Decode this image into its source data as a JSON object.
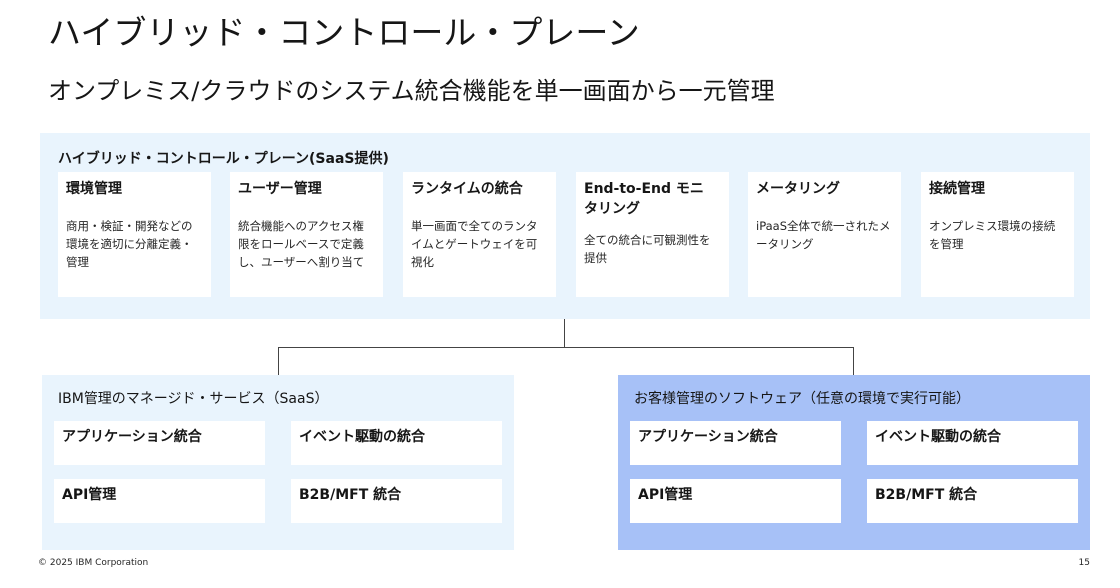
{
  "slide": {
    "title": "ハイブリッド・コントロール・プレーン",
    "subtitle": "オンプレミス/クラウドのシステム統合機能を単一画面から一元管理"
  },
  "control_plane": {
    "heading": "ハイブリッド・コントロール・プレーン(SaaS提供)",
    "cards": [
      {
        "title": "環境管理",
        "desc": "商用・検証・開発などの環境を適切に分離定義・管理"
      },
      {
        "title": "ユーザー管理",
        "desc": "統合機能へのアクセス権限をロールベースで定義し、ユーザーへ割り当て"
      },
      {
        "title": "ランタイムの統合",
        "desc": "単一画面で全てのランタイムとゲートウェイを可視化"
      },
      {
        "title": "End-to-End モニタリング",
        "desc": "全ての統合に可観測性を提供"
      },
      {
        "title": "メータリング",
        "desc": "iPaaS全体で統一されたメータリング"
      },
      {
        "title": "接続管理",
        "desc": "オンプレミス環境の接続を管理"
      }
    ]
  },
  "saas_section": {
    "heading": "IBM管理のマネージド・サービス（SaaS）",
    "items": [
      "アプリケーション統合",
      "イベント駆動の統合",
      "API管理",
      "B2B/MFT 統合"
    ]
  },
  "customer_section": {
    "heading": "お客様管理のソフトウェア（任意の環境で実行可能）",
    "items": [
      "アプリケーション統合",
      "イベント駆動の統合",
      "API管理",
      "B2B/MFT 統合"
    ]
  },
  "footer": {
    "copyright": "© 2025 IBM Corporation",
    "page_number": "15"
  },
  "colors": {
    "control_plane_bg": "#e9f4fd",
    "saas_bg": "#e9f4fd",
    "customer_bg": "#a7c1f7",
    "card_bg": "#ffffff"
  }
}
